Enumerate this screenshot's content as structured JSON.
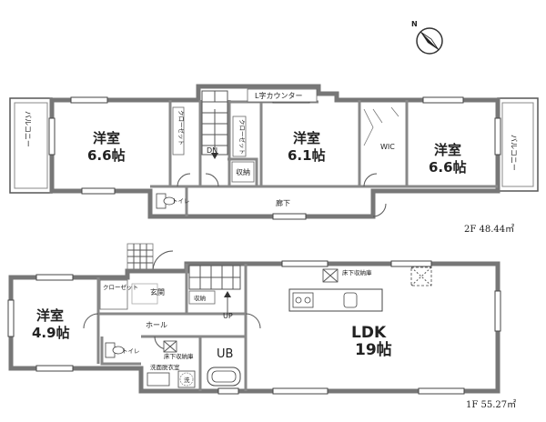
{
  "compass": {
    "north_label": "N",
    "icon": "north-arrow-icon"
  },
  "floor2": {
    "area_label": "2F 48.44㎡",
    "rooms": [
      {
        "id": "balcony-left",
        "label": "バルコニー"
      },
      {
        "id": "western-room-1",
        "label": "洋室",
        "size": "6.6帖"
      },
      {
        "id": "closet-1",
        "label": "クローゼット"
      },
      {
        "id": "stairs-down",
        "label": "DN"
      },
      {
        "id": "storage",
        "label": "収納"
      },
      {
        "id": "closet-2",
        "label": "クローゼット"
      },
      {
        "id": "counter",
        "label": "L字カウンター"
      },
      {
        "id": "western-room-2",
        "label": "洋室",
        "size": "6.1帖"
      },
      {
        "id": "wic",
        "label": "WIC"
      },
      {
        "id": "western-room-3",
        "label": "洋室",
        "size": "6.6帖"
      },
      {
        "id": "balcony-right",
        "label": "バルコニー"
      },
      {
        "id": "toilet",
        "label": "トイレ"
      },
      {
        "id": "corridor",
        "label": "廊下"
      }
    ]
  },
  "floor1": {
    "area_label": "1F 55.27㎡",
    "rooms": [
      {
        "id": "western-room-4",
        "label": "洋室",
        "size": "4.9帖"
      },
      {
        "id": "closet-3",
        "label": "クローゼット"
      },
      {
        "id": "entrance",
        "label": "玄関"
      },
      {
        "id": "storage",
        "label": "収納"
      },
      {
        "id": "stairs-up",
        "label": "UP"
      },
      {
        "id": "hall",
        "label": "ホール"
      },
      {
        "id": "toilet",
        "label": "トイレ"
      },
      {
        "id": "underfloor-storage-1",
        "label": "床下収納庫"
      },
      {
        "id": "unit-bath",
        "label": "UB"
      },
      {
        "id": "washroom",
        "label": "洗面脱衣室"
      },
      {
        "id": "washer",
        "label": "洗"
      },
      {
        "id": "ldk",
        "label": "LDK",
        "size": "19帖"
      },
      {
        "id": "underfloor-storage-2",
        "label": "床下収納庫"
      }
    ]
  }
}
